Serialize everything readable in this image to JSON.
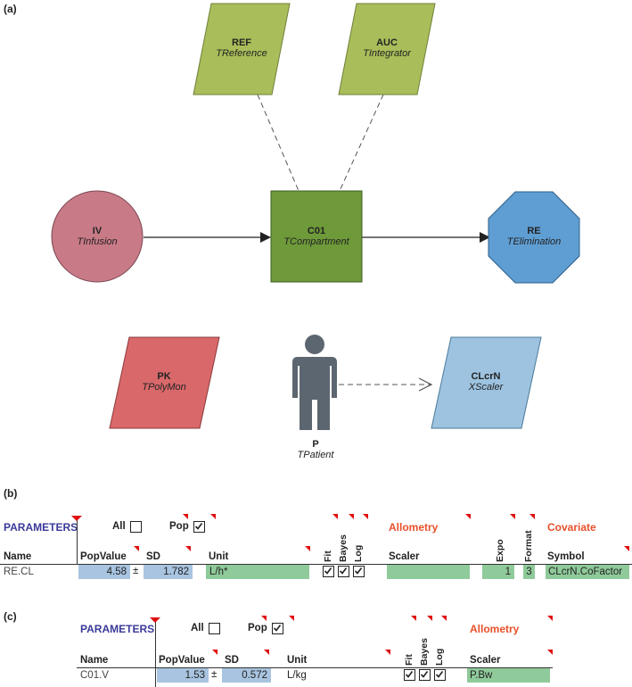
{
  "panel_a": {
    "label": "(a)",
    "nodes": {
      "ref": {
        "name": "REF",
        "type": "TReference"
      },
      "auc": {
        "name": "AUC",
        "type": "TIntegrator"
      },
      "iv": {
        "name": "IV",
        "type": "TInfusion"
      },
      "c01": {
        "name": "C01",
        "type": "TCompartment"
      },
      "re": {
        "name": "RE",
        "type": "TElimination"
      },
      "pk": {
        "name": "PK",
        "type": "TPolyMon"
      },
      "p": {
        "name": "P",
        "type": "TPatient"
      },
      "clcrn": {
        "name": "CLcrN",
        "type": "XScaler"
      }
    },
    "colors": {
      "olive": "#a9be5a",
      "green": "#6e9a3a",
      "rose": "#c97a87",
      "blue": "#5f9ed3",
      "salmon": "#d9686a",
      "lightblue": "#9dc3e0",
      "person": "#5c6670"
    }
  },
  "panel_b": {
    "label": "(b)",
    "title": "PARAMETERS",
    "all_label": "All",
    "pop_label": "Pop",
    "allometry": "Allometry",
    "covariate": "Covariate",
    "headers": {
      "name": "Name",
      "popvalue": "PopValue",
      "sd": "SD",
      "unit": "Unit",
      "fit": "Fit",
      "bayes": "Bayes",
      "log": "Log",
      "scaler": "Scaler",
      "expo": "Expo",
      "format": "Format",
      "symbol": "Symbol"
    },
    "row": {
      "name": "RE.CL",
      "popvalue": "4.58",
      "pm": "±",
      "sd": "1.782",
      "unit": "L/h*",
      "scaler": "",
      "expo": "1",
      "format": "3",
      "symbol": "CLcrN.CoFactor"
    }
  },
  "panel_c": {
    "label": "(c)",
    "title": "PARAMETERS",
    "all_label": "All",
    "pop_label": "Pop",
    "allometry": "Allometry",
    "headers": {
      "name": "Name",
      "popvalue": "PopValue",
      "sd": "SD",
      "unit": "Unit",
      "fit": "Fit",
      "bayes": "Bayes",
      "log": "Log",
      "scaler": "Scaler"
    },
    "row": {
      "name": "C01.V",
      "popvalue": "1.53",
      "pm": "±",
      "sd": "0.572",
      "unit": "L/kg",
      "scaler": "P.Bw"
    }
  }
}
